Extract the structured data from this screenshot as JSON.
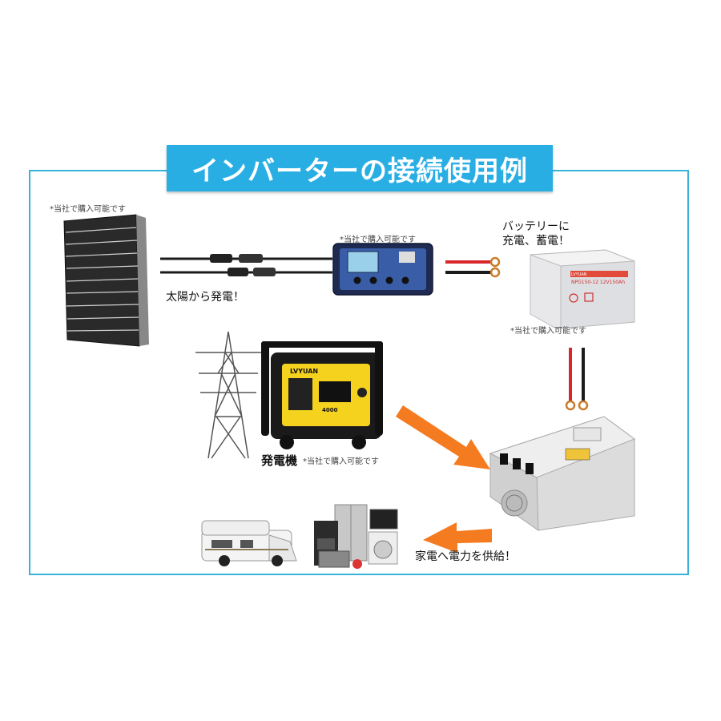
{
  "title": "インバーターの接続使用例",
  "notes": {
    "panel": "*当社で購入可能です",
    "controller": "*当社で購入可能です",
    "battery": "*当社で購入可能です",
    "generator": "*当社で購入可能です"
  },
  "labels": {
    "solar": "太陽から発電！",
    "battery_line1": "バッテリーに",
    "battery_line2": "充電、蓄電！",
    "generator": "発電機",
    "supply": "家電へ電力を供給！"
  },
  "product_text": {
    "generator_brand": "LVYUAN",
    "generator_watts": "4000",
    "battery_brand": "LVYUAN",
    "battery_model": "NPG150-12 12V150Ah"
  },
  "colors": {
    "frame": "#38b2d8",
    "banner": "#29aee4",
    "arrow": "#f47b20",
    "cable_red": "#d8262b",
    "cable_black": "#1b1b1b",
    "generator_yellow": "#f5d21e"
  }
}
